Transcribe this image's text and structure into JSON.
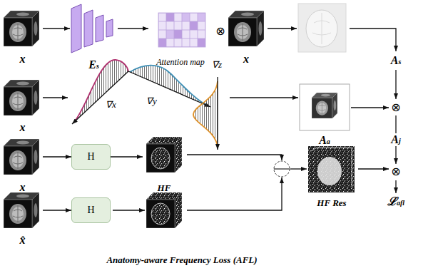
{
  "diagram": {
    "caption": "Anatomy-aware Frequency Loss (AFL)",
    "nodes": [
      {
        "text": [
          "x"
        ]
      },
      {
        "text": [
          "Es"
        ]
      },
      {
        "text": [
          "Attention map"
        ]
      },
      {
        "text": [
          "⊗"
        ]
      },
      {
        "text": [
          "x"
        ]
      },
      {
        "text": [
          "x"
        ]
      },
      {
        "text": [
          "∇x",
          "∇y",
          "∇z"
        ]
      },
      {
        "text": [
          "Aa"
        ]
      },
      {
        "text": [
          "⊗"
        ]
      },
      {
        "text": [
          "x"
        ]
      },
      {
        "text": [
          "H"
        ]
      },
      {
        "text": [
          "HF"
        ]
      },
      {
        "text": [
          "x̂"
        ]
      },
      {
        "text": [
          "H"
        ]
      },
      {
        "text": [
          "HF Res"
        ]
      },
      {
        "text": [
          "⊗"
        ]
      }
    ],
    "edges": [
      {
        "from": 0,
        "to": 1,
        "arrow": "to"
      },
      {
        "from": 1,
        "to": 2,
        "arrow": "to"
      },
      {
        "from": 5,
        "to": 6,
        "arrow": "to"
      },
      {
        "from": 6,
        "to": 7,
        "arrow": "to"
      },
      {
        "from": 7,
        "to": 8,
        "arrow": "to"
      },
      {
        "from": 8,
        "to": 15,
        "label": "Aj",
        "arrow": "to"
      },
      {
        "from": 9,
        "to": 10,
        "arrow": "to"
      },
      {
        "from": 10,
        "to": 11,
        "arrow": "to"
      },
      {
        "from": 12,
        "to": 13,
        "arrow": "to"
      },
      {
        "from": 14,
        "to": 15,
        "arrow": "to"
      }
    ],
    "labels": [
      "As",
      "ℒafl"
    ]
  }
}
